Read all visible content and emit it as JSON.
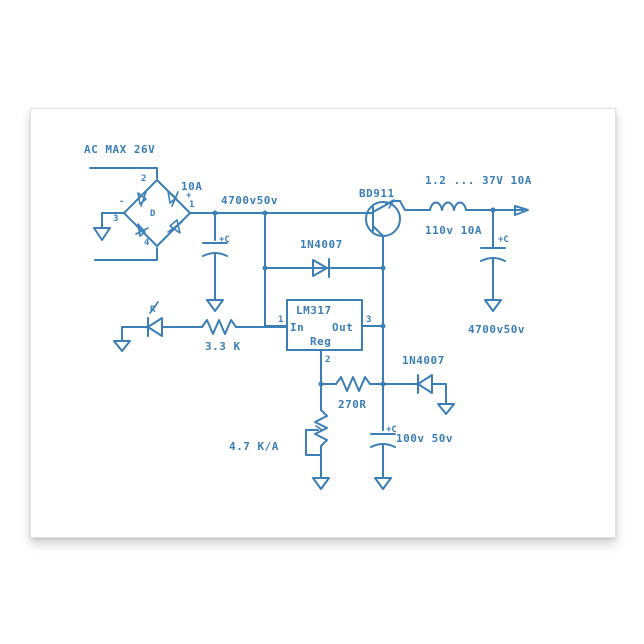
{
  "colors": {
    "ink": "#3b7fb6",
    "paper": "#ffffff",
    "background": "#ffffff"
  },
  "labels": {
    "ac_input": "AC MAX 26V",
    "bridge_pin_2": "2",
    "bridge_pin_3": "3",
    "bridge_pin_4": "4",
    "bridge_pin_1": "1",
    "bridge_minus": "-",
    "bridge_plus": "+",
    "bridge_d": "D",
    "bridge_rating": "10A",
    "cap1_value": "4700v50v",
    "cap1_plus": "+C",
    "transistor": "BD911",
    "output_voltage": "1.2 ... 37V 10A",
    "inductor_rating": "110v 10A",
    "cap_out_plus": "+C",
    "cap_out_value": "4700v50v",
    "diode1": "1N4007",
    "regulator": "LM317",
    "reg_in": "In",
    "reg_out": "Out",
    "reg_adj": "Reg",
    "reg_pin_1": "1",
    "reg_pin_2": "2",
    "reg_pin_3": "3",
    "led_mark": "R",
    "resistor1": "3.3 K",
    "diode2": "1N4007",
    "resistor2": "270R",
    "cap3_plus": "+C",
    "cap3_value": "100v 50v",
    "pot": "4.7 K/A"
  }
}
